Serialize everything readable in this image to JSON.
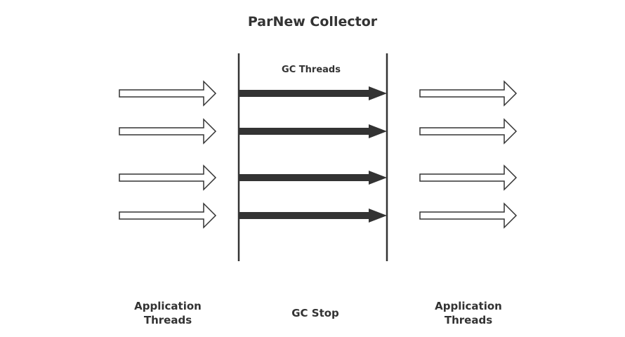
{
  "title": "ParNew Collector",
  "gc_threads_label": "GC Threads",
  "labels": {
    "left": [
      "Application",
      "Threads"
    ],
    "middle": "GC Stop",
    "right": [
      "Application",
      "Threads"
    ]
  },
  "colors": {
    "line": "#333333",
    "gc_arrow": "#333333",
    "app_arrow_outline": "#333333",
    "app_arrow_fill": "#ffffff"
  },
  "thread_counts": {
    "application_threads_before": 4,
    "gc_threads": 4,
    "application_threads_after": 4
  }
}
